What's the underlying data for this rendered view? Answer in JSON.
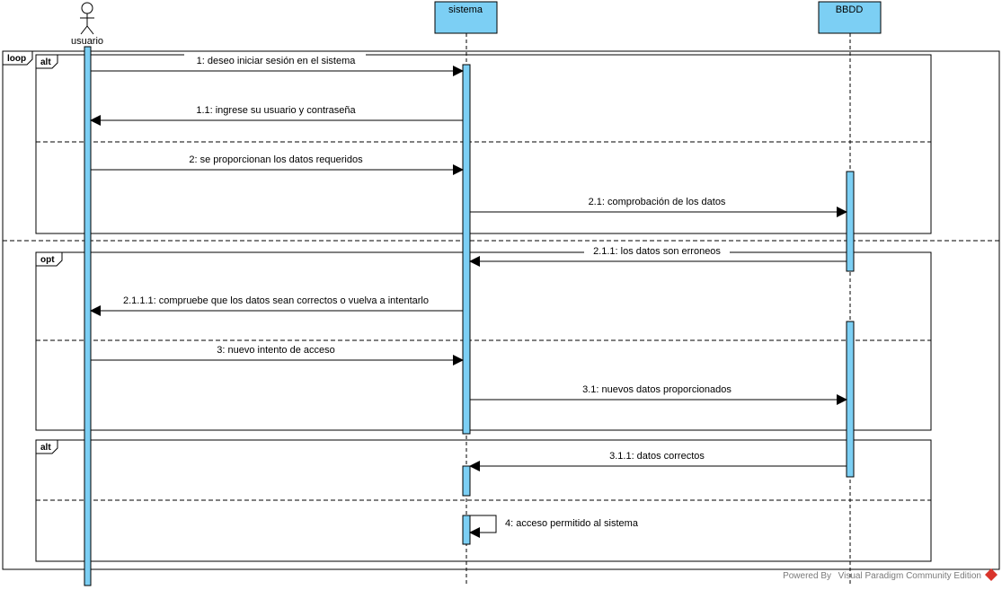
{
  "diagram": {
    "lifelines": {
      "usuario": {
        "label": "usuario",
        "kind": "actor"
      },
      "sistema": {
        "label": "sistema",
        "kind": "object"
      },
      "bbdd": {
        "label": "BBDD",
        "kind": "object"
      }
    },
    "fragments": {
      "loop": {
        "operator": "loop"
      },
      "alt1": {
        "operator": "alt"
      },
      "opt": {
        "operator": "opt"
      },
      "alt2": {
        "operator": "alt"
      }
    },
    "messages": [
      {
        "id": "m1",
        "label": "1: deseo iniciar sesión en el sistema",
        "from": "usuario",
        "to": "sistema"
      },
      {
        "id": "m1_1",
        "label": "1.1: ingrese su usuario y contraseña",
        "from": "sistema",
        "to": "usuario"
      },
      {
        "id": "m2",
        "label": "2: se proporcionan los datos requeridos",
        "from": "usuario",
        "to": "sistema"
      },
      {
        "id": "m2_1",
        "label": "2.1: comprobación de los datos",
        "from": "sistema",
        "to": "bbdd"
      },
      {
        "id": "m2_1_1",
        "label": "2.1.1: los datos son erroneos",
        "from": "bbdd",
        "to": "sistema"
      },
      {
        "id": "m2_1_1_1",
        "label": "2.1.1.1: compruebe que los datos sean correctos o vuelva a intentarlo",
        "from": "sistema",
        "to": "usuario"
      },
      {
        "id": "m3",
        "label": "3: nuevo intento de acceso",
        "from": "usuario",
        "to": "sistema"
      },
      {
        "id": "m3_1",
        "label": "3.1: nuevos datos proporcionados",
        "from": "sistema",
        "to": "bbdd"
      },
      {
        "id": "m3_1_1",
        "label": "3.1.1: datos correctos",
        "from": "bbdd",
        "to": "sistema"
      },
      {
        "id": "m4",
        "label": "4: acceso permitido al sistema",
        "from": "sistema",
        "to": "sistema"
      }
    ],
    "colors": {
      "activation_fill": "#7ccff4",
      "header_fill": "#7ccff4",
      "line": "#000000"
    }
  },
  "watermark": {
    "prefix": "Powered By",
    "brand": "Visual Paradigm Community Edition"
  }
}
